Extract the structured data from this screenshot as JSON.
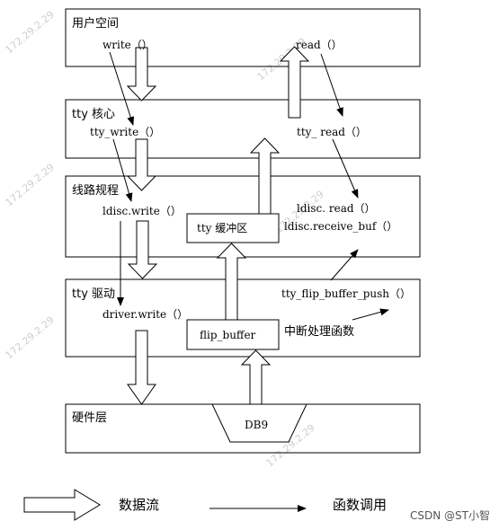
{
  "layers": {
    "user_space": {
      "title": "用户空间",
      "write": "write（）",
      "read": "read（）"
    },
    "tty_core": {
      "title": "tty 核心",
      "write": "tty_write（）",
      "read": "tty_ read（）"
    },
    "line_discipline": {
      "title": "线路规程",
      "write": "ldisc.write（）",
      "read": "ldisc. read（）",
      "receive": "ldisc.receive_buf（）",
      "buffer": "tty 缓冲区"
    },
    "tty_driver": {
      "title": "tty 驱动",
      "write": "driver.write（）",
      "flip_buffer": "flip_buffer",
      "flip_push": "tty_flip_buffer_push（）",
      "interrupt": "中断处理函数"
    },
    "hardware": {
      "title": "硬件层",
      "port": "DB9"
    }
  },
  "legend": {
    "data_flow": "数据流",
    "function_call": "函数调用"
  },
  "footer": "CSDN @ST小智",
  "watermark": "172.29.2.29"
}
